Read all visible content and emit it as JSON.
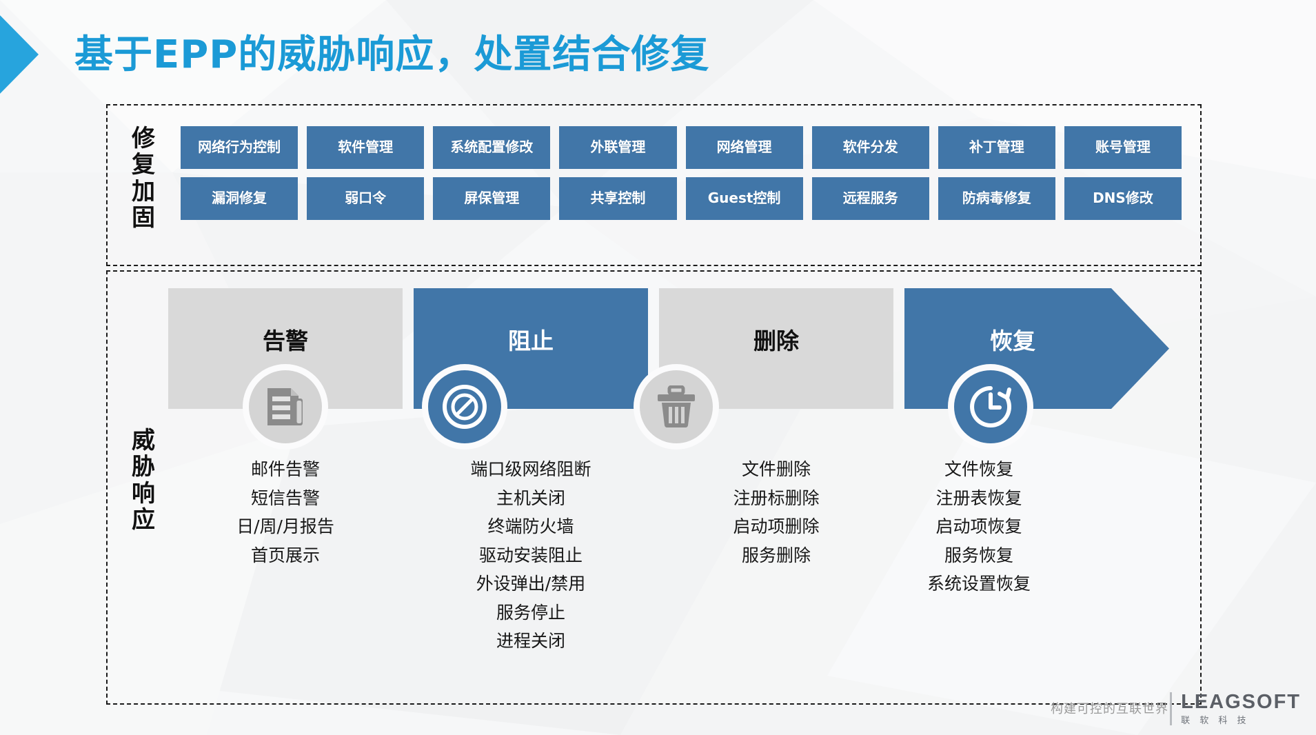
{
  "slide": {
    "title": "基于EPP的威胁响应，处置结合修复",
    "accent_color": "#1b9ad6",
    "chip_color": "#4176a8",
    "grey_color": "#d4d4d4"
  },
  "remediation": {
    "side_label": "修复加固",
    "chips": [
      "网络行为控制",
      "软件管理",
      "系统配置修改",
      "外联管理",
      "网络管理",
      "软件分发",
      "补丁管理",
      "账号管理",
      "漏洞修复",
      "弱口令",
      "屏保管理",
      "共享控制",
      "Guest控制",
      "远程服务",
      "防病毒修复",
      "DNS修改"
    ]
  },
  "response": {
    "side_label": "威胁响应",
    "stages": [
      {
        "label": "告警",
        "style": "grey",
        "icon": "document-icon",
        "items": [
          "邮件告警",
          "短信告警",
          "日/周/月报告",
          "首页展示"
        ]
      },
      {
        "label": "阻止",
        "style": "blue",
        "icon": "block-icon",
        "items": [
          "端口级网络阻断",
          "主机关闭",
          "终端防火墙",
          "驱动安装阻止",
          "外设弹出/禁用",
          "服务停止",
          "进程关闭"
        ]
      },
      {
        "label": "删除",
        "style": "grey",
        "icon": "trash-icon",
        "items": [
          "文件删除",
          "注册标删除",
          "启动项删除",
          "服务删除"
        ]
      },
      {
        "label": "恢复",
        "style": "blue",
        "icon": "clock-restore-icon",
        "items": [
          "文件恢复",
          "注册表恢复",
          "启动项恢复",
          "服务恢复",
          "系统设置恢复"
        ]
      }
    ]
  },
  "footer": {
    "tagline": "构建可控的互联世界",
    "brand": "LEAGSOFT",
    "brand_cn": "联 软 科 技"
  }
}
